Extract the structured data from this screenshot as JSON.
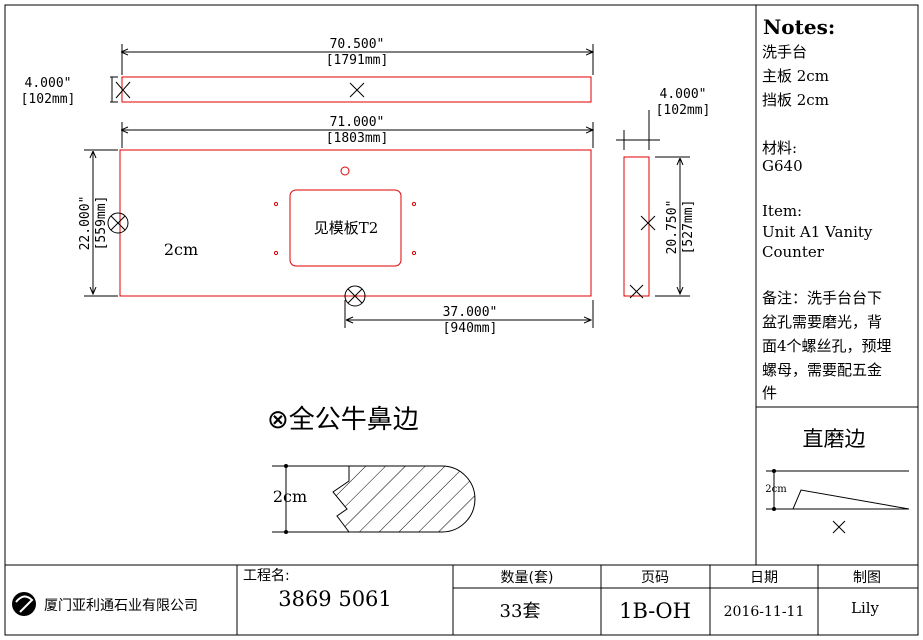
{
  "drawing": {
    "backsplash_width": "70.500\"",
    "backsplash_width_mm": "[1791mm]",
    "backsplash_height": "4.000\"",
    "backsplash_height_mm": "[102mm]",
    "top_width": "71.000\"",
    "top_width_mm": "[1803mm]",
    "top_depth": "22.000\"",
    "top_depth_mm": "[559mm]",
    "side_thickness": "4.000\"",
    "side_thickness_mm": "[102mm]",
    "side_length": "20.750\"",
    "side_length_mm": "[527mm]",
    "sink_offset": "37.000\"",
    "sink_offset_mm": "[940mm]",
    "thickness_label": "2cm",
    "template_label": "见模板T2"
  },
  "edge": {
    "full_bullnose_title": "⊗全公牛鼻边",
    "profile_thickness": "2cm",
    "straight_title": "直磨边",
    "straight_thickness": "2cm"
  },
  "notes": {
    "title": "Notes:",
    "lines": [
      "洗手台",
      "主板 2cm",
      "挡板 2cm",
      "",
      "材料:",
      "G640",
      "",
      "Item:",
      "Unit A1 Vanity",
      "Counter",
      "",
      "备注：洗手台台下",
      "盆孔需要磨光，背",
      "面4个螺丝孔，预埋",
      "螺母，需要配五金",
      "件"
    ]
  },
  "title_block": {
    "company": "厦门亚利通石业有限公司",
    "project_label": "工程名:",
    "project_value": "3869 5061",
    "qty_label": "数量(套)",
    "qty_value": "33套",
    "page_label": "页码",
    "page_value": "1B-OH",
    "date_label": "日期",
    "date_value": "2016-11-11",
    "drawer_label": "制图",
    "drawer_value": "Lily"
  }
}
